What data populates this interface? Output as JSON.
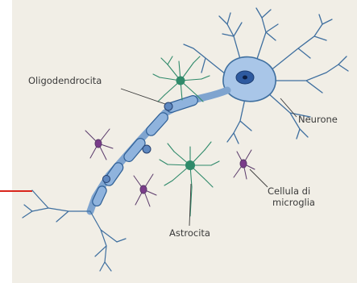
{
  "labels": {
    "oligodendrocyte": "Oligodendrocita",
    "neuron": "Neurone",
    "microglia_line1": "Cellula di",
    "microglia_line2": "microglia",
    "astrocyte": "Astrocita"
  },
  "colors": {
    "paper": "#f1eee6",
    "neuron_body": "#a9c6e8",
    "neuron_outline": "#3f6f9f",
    "astrocyte": "#2f8a6a",
    "microglia": "#7a3c8a",
    "pointer": "#d9261c"
  }
}
